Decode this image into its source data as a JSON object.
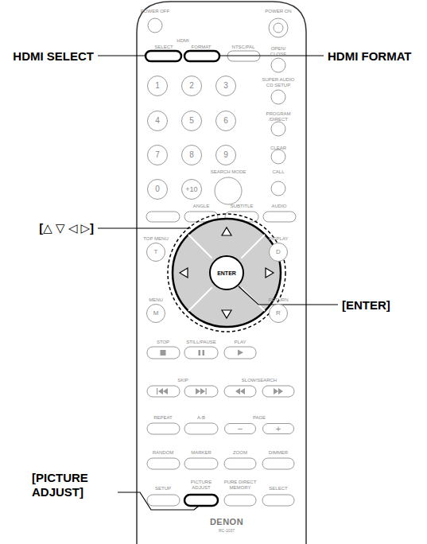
{
  "diagram": {
    "nodes": [
      {
        "text": [
          "1"
        ]
      },
      {
        "text": [
          "2"
        ]
      },
      {
        "text": [
          "3"
        ]
      },
      {
        "text": [
          "4"
        ]
      },
      {
        "text": [
          "5"
        ]
      },
      {
        "text": [
          "6"
        ]
      },
      {
        "text": [
          "7"
        ]
      },
      {
        "text": [
          "8"
        ]
      },
      {
        "text": [
          "9"
        ]
      },
      {
        "text": [
          "0"
        ]
      },
      {
        "text": [
          "+10"
        ]
      },
      {
        "text": [
          "T"
        ]
      },
      {
        "text": [
          "D"
        ]
      },
      {
        "text": [
          "ENTER"
        ]
      },
      {
        "text": [
          "M"
        ]
      },
      {
        "text": [
          "R"
        ]
      },
      {
        "text": [
          "−"
        ]
      },
      {
        "text": [
          "+"
        ]
      }
    ],
    "labels": [
      "POWER OFF",
      "POWER ON",
      "HDMI",
      "SELECT",
      "FORMAT",
      "NTSC/PAL",
      "OPEN/ CLOSE",
      "SUPER AUDIO CD SETUP",
      "PROGRAM /DIRECT",
      "CLEAR",
      "SEARCH MODE",
      "CALL",
      "ANGLE",
      "SUBTITLE",
      "AUDIO",
      "TOP MENU",
      "DISPLAY",
      "MENU",
      "RETURN",
      "STOP",
      "STILL/PAUSE",
      "PLAY",
      "SKIP",
      "SLOW/SEARCH",
      "REPEAT",
      "A-B",
      "PAGE",
      "RANDOM",
      "MARKER",
      "ZOOM",
      "DIMMER",
      "SETUP",
      "PICTURE ADJUST",
      "PURE DIRECT MEMORY",
      "SELECT",
      "DENON",
      "RC-1037",
      "HDMI SELECT",
      "HDMI FORMAT",
      "[△ ▽ ◁ ▷]",
      "[ENTER]",
      "[PICTURE ADJUST]"
    ]
  }
}
